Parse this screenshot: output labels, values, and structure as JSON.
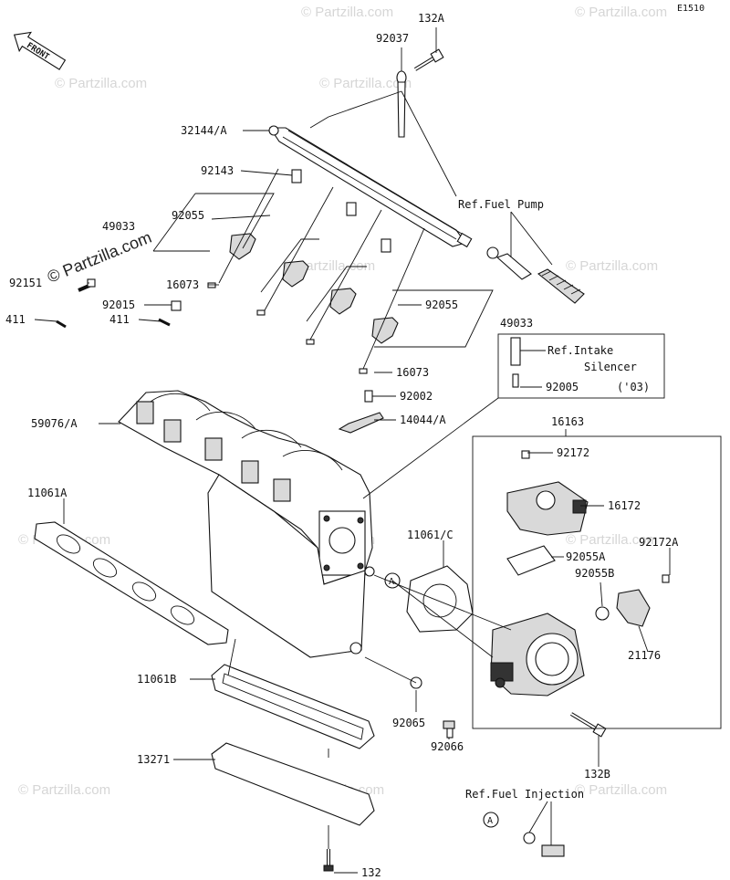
{
  "diagram_code": "E1510",
  "front_label": "FRONT",
  "watermark": "© Partzilla.com",
  "circle_ref": "A",
  "labels": {
    "p132A": "132A",
    "p92037": "92037",
    "p32144A": "32144/A",
    "p92143": "92143",
    "p49033_left": "49033",
    "p92055_left": "92055",
    "ref_fuel_pump": "Ref.Fuel Pump",
    "p16073_top": "16073",
    "p92151": "92151",
    "p92015": "92015",
    "p411_left": "411",
    "p411_mid": "411",
    "p92055_right": "92055",
    "p49033_right": "49033",
    "ref_intake_1": "Ref.Intake",
    "ref_intake_2": "Silencer",
    "p92005": "92005",
    "p92005_note": "('03)",
    "p16073_bot": "16073",
    "p92002": "92002",
    "p14044A": "14044/A",
    "p16163": "16163",
    "p59076A": "59076/A",
    "p92172": "92172",
    "p16172": "16172",
    "p11061A": "11061A",
    "p11061C": "11061/C",
    "p92055A": "92055A",
    "p92172A": "92172A",
    "p92055B": "92055B",
    "p21176": "21176",
    "p11061B": "11061B",
    "p92065": "92065",
    "p92066": "92066",
    "p132B": "132B",
    "p13271": "13271",
    "ref_fuel_injection": "Ref.Fuel Injection",
    "p132": "132"
  }
}
